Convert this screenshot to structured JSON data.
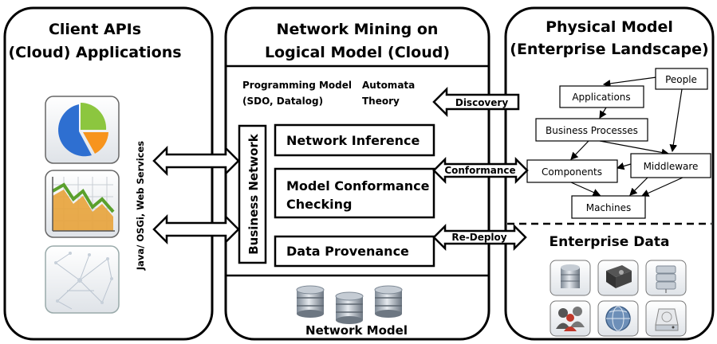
{
  "client_panel": {
    "title_line1": "Client APIs",
    "title_line2": "(Cloud) Applications",
    "side_label": "Java/ OSGi,  Web Services",
    "icons": [
      "pie-chart-icon",
      "line-chart-icon",
      "network-graph-icon"
    ]
  },
  "mining_panel": {
    "title_line1": "Network Mining on",
    "title_line2": "Logical Model (Cloud)",
    "programming_line1": "Programming Model",
    "programming_line2": "(SDO, Datalog)",
    "automata_line1": "Automata",
    "automata_line2": "Theory",
    "business_network": "Business Network",
    "inference": "Network Inference",
    "conformance_line1": "Model Conformance",
    "conformance_line2": "Checking",
    "provenance": "Data Provenance",
    "network_model": "Network Model"
  },
  "arrows": {
    "discovery": "Discovery",
    "conformance": "Conformance",
    "redeploy": "Re-Deploy"
  },
  "physical_panel": {
    "title_line1": "Physical Model",
    "title_line2": "(Enterprise Landscape)",
    "nodes": {
      "people": "People",
      "applications": "Applications",
      "business_processes": "Business Processes",
      "components": "Components",
      "middleware": "Middleware",
      "machines": "Machines"
    },
    "enterprise_data": "Enterprise Data",
    "data_icons": [
      "database-icon",
      "server-rack-icon",
      "storage-icon",
      "users-icon",
      "globe-icon",
      "disk-drive-icon"
    ]
  },
  "colors": {
    "outline": "#000000",
    "arrow_fill": "#ffffff",
    "pie_blue": "#2e6fd1",
    "pie_green": "#8cc63f",
    "pie_orange": "#f7941d",
    "chart_orange": "#e8a33a",
    "chart_green": "#5aa02c"
  }
}
